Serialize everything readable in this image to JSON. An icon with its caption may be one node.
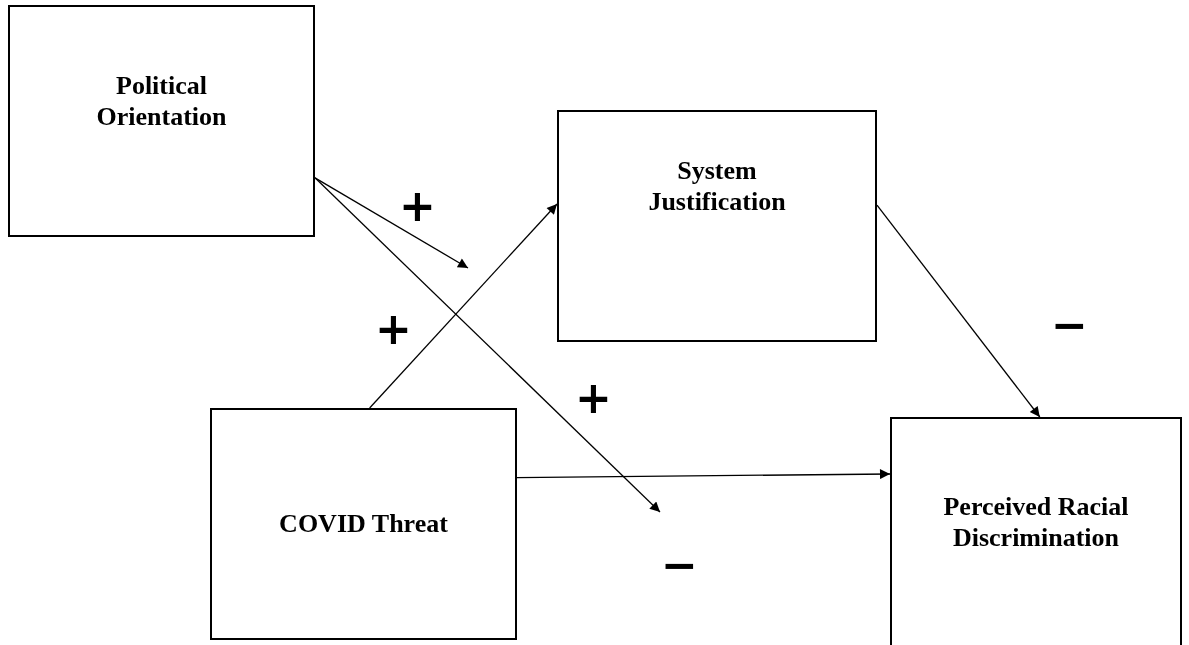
{
  "diagram": {
    "nodes": [
      {
        "text": [
          "Political Orientation"
        ]
      },
      {
        "text": [
          "System Justification"
        ]
      },
      {
        "text": [
          "COVID Threat"
        ]
      },
      {
        "text": [
          "Perceived Racial Discrimination"
        ]
      }
    ],
    "edges": [
      {
        "from": 0,
        "to": null,
        "arrow": "to",
        "label": "+"
      },
      {
        "from": 0,
        "to": null,
        "arrow": "to",
        "label": "+"
      },
      {
        "from": 2,
        "to": 1,
        "arrow": "to",
        "label": "+"
      },
      {
        "from": 1,
        "to": 3,
        "arrow": "to",
        "label": "−"
      },
      {
        "from": 2,
        "to": 3,
        "arrow": "to",
        "label": "−"
      }
    ]
  }
}
